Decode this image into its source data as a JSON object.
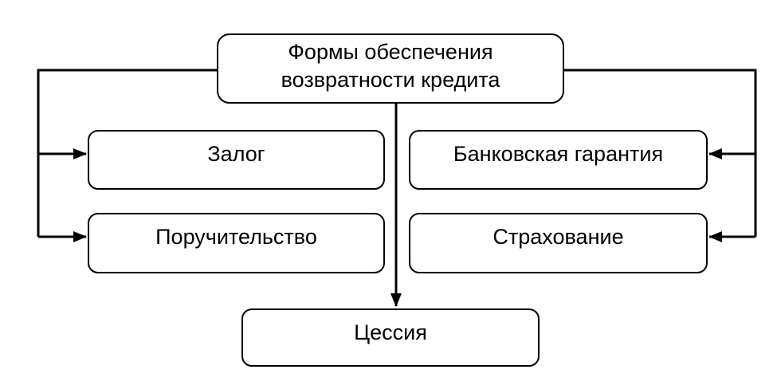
{
  "diagram": {
    "title_node": {
      "label": "Формы обеспечения возвратности кредита"
    },
    "nodes": [
      {
        "id": "zalog",
        "label": "Залог"
      },
      {
        "id": "bankovskaya-garantiya",
        "label": "Банковская гарантия"
      },
      {
        "id": "poruchitelstvo",
        "label": "Поручительство"
      },
      {
        "id": "strakhovanie",
        "label": "Страхование"
      },
      {
        "id": "tsessiya",
        "label": "Цессия"
      }
    ],
    "colors": {
      "background": "#ffffff",
      "box_fill": "#ffffff",
      "box_border": "#000000",
      "line": "#000000",
      "text": "#000000"
    }
  }
}
